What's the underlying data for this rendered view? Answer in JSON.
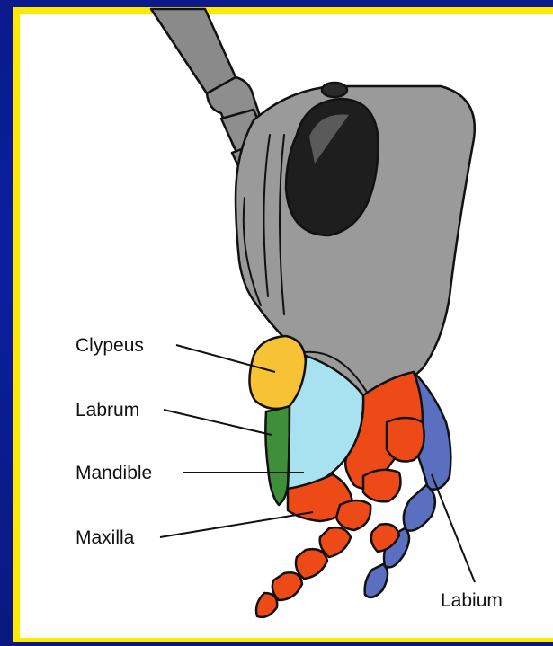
{
  "labels": {
    "clypeus": "Clypeus",
    "labrum": "Labrum",
    "mandible": "Mandible",
    "maxilla": "Maxilla",
    "labium": "Labium"
  },
  "colors": {
    "border": "#fde900",
    "background": "#0b1f9e",
    "head": "#9a9a9a",
    "eye": "#1a1a1a",
    "clypeus": "#f7c234",
    "labrum": "#3f8f3a",
    "mandible": "#a8e1f0",
    "maxilla": "#ee4a17",
    "labium": "#5a6fc0"
  }
}
